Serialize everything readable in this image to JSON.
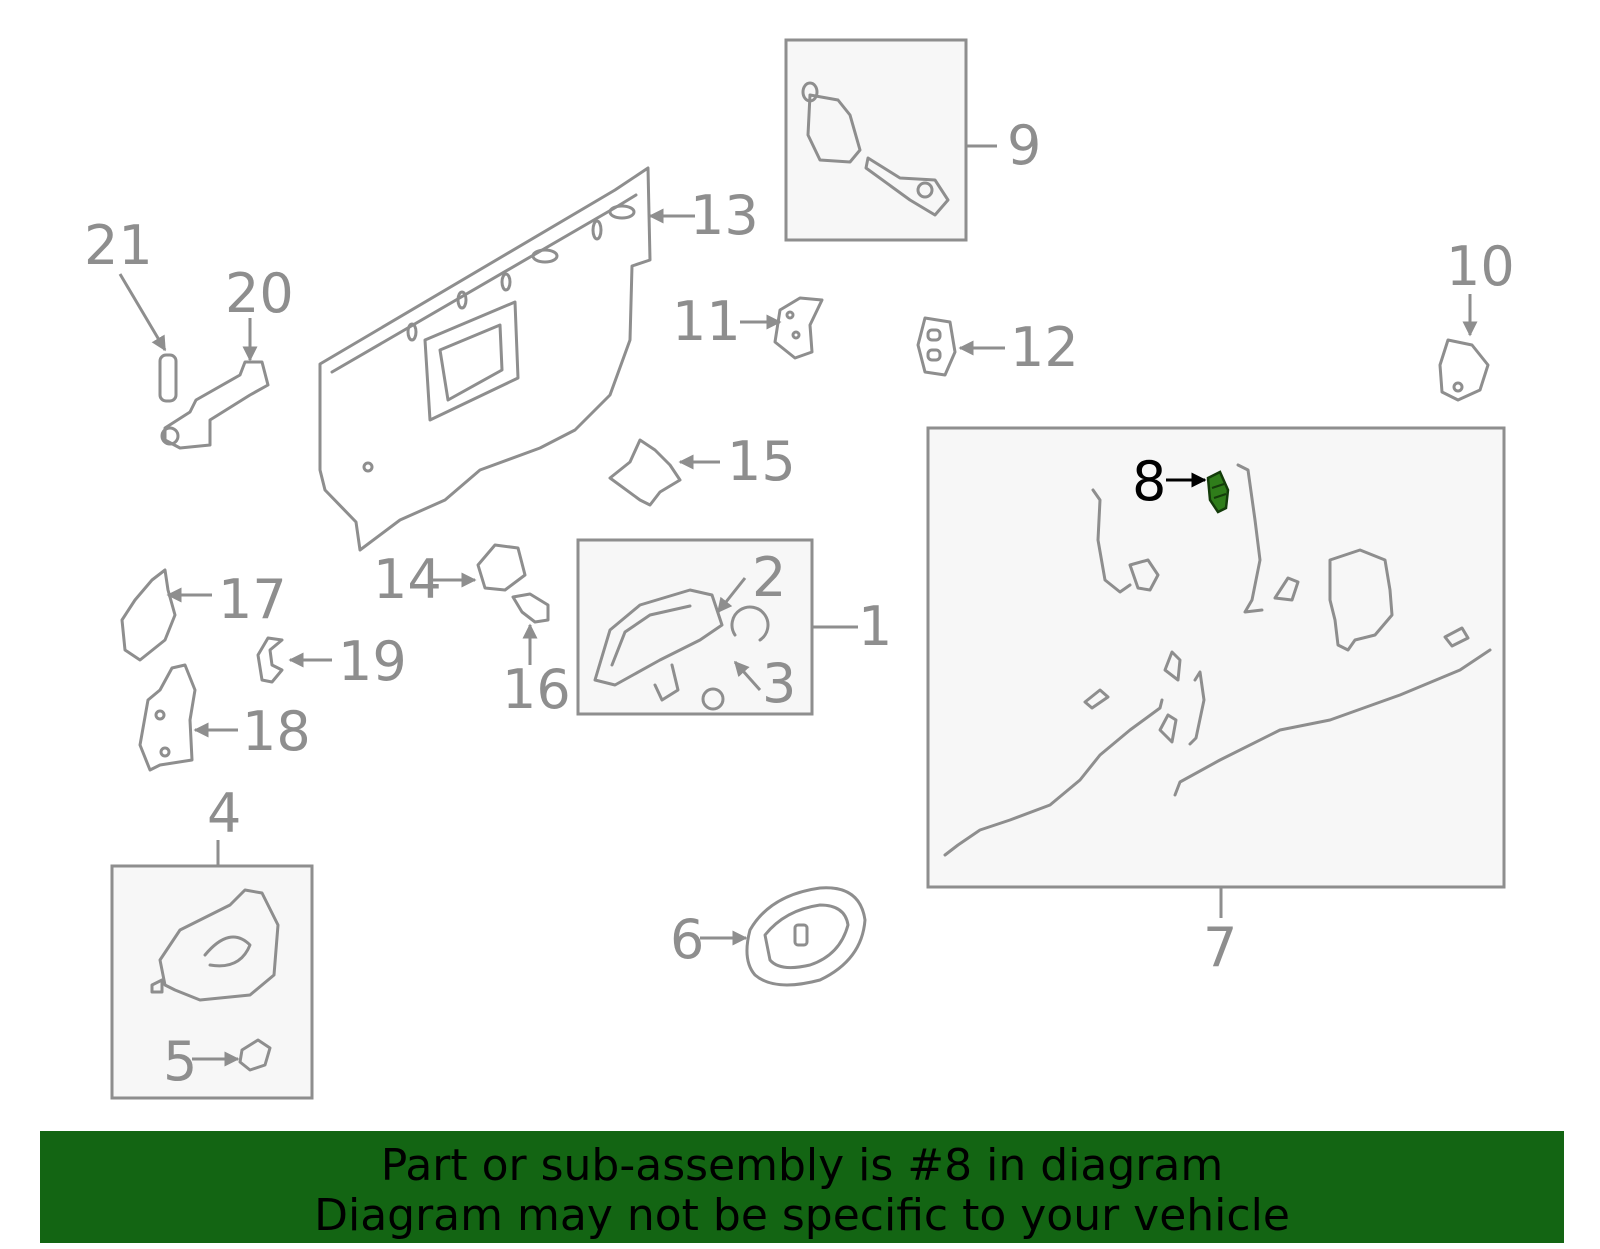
{
  "diagram": {
    "callouts": {
      "c1": "1",
      "c2": "2",
      "c3": "3",
      "c4": "4",
      "c5": "5",
      "c6": "6",
      "c7": "7",
      "c8": "8",
      "c9": "9",
      "c10": "10",
      "c11": "11",
      "c12": "12",
      "c13": "13",
      "c14": "14",
      "c15": "15",
      "c16": "16",
      "c17": "17",
      "c18": "18",
      "c19": "19",
      "c20": "20",
      "c21": "21"
    },
    "highlighted_part": "8",
    "highlight_color": "#2f7d1a",
    "line_color": "#8e8e8e"
  },
  "banner": {
    "line1": "Part or sub-assembly is #8 in diagram",
    "line2": "Diagram may not be specific to your vehicle",
    "background": "#136513"
  }
}
